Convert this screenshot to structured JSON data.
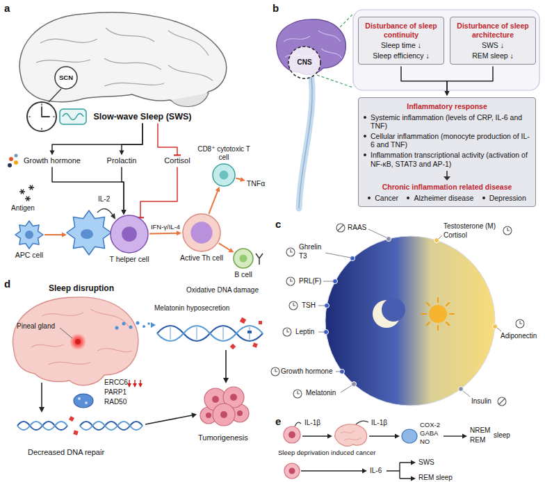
{
  "diagram": {
    "nodes": [
      {
        "text": [
          "SCN"
        ]
      },
      {
        "text": [
          "Slow-wave Sleep (SWS)"
        ]
      },
      {
        "text": [
          "Growth hormone"
        ]
      },
      {
        "text": [
          "Prolactin"
        ]
      },
      {
        "text": [
          "Cortisol"
        ]
      },
      {
        "text": [
          "APC cell"
        ]
      },
      {
        "text": [
          "T helper cell"
        ]
      },
      {
        "text": [
          "Active Th cell"
        ]
      },
      {
        "text": [
          "CD8⁺ cytotoxic T cell"
        ]
      },
      {
        "text": [
          "TNFα"
        ]
      },
      {
        "text": [
          "B cell"
        ]
      },
      {
        "text": [
          "CNS"
        ]
      },
      {
        "text": [
          "Disturbance of sleep continuity",
          "Sleep time ↓",
          "Sleep efficiency ↓"
        ]
      },
      {
        "text": [
          "Disturbance of sleep architecture",
          "SWS ↓",
          "REM sleep ↓"
        ]
      },
      {
        "text": [
          "Inflammatory response",
          "Systemic inflammation (levels of CRP, IL-6 and TNF)",
          "Cellular inflammation (monocyte production of IL-6 and TNF)",
          "Inflammation transcriptional activity (activation of NF-κB, STAT3 and AP-1)",
          "Chronic inflammation related disease",
          "Cancer",
          "Alzheimer disease",
          "Depression"
        ]
      }
    ],
    "edges": [
      {
        "from": 1,
        "to": 2,
        "arrow": "to"
      },
      {
        "from": 1,
        "to": 3,
        "arrow": "to"
      },
      {
        "from": 1,
        "to": 4,
        "arrow": "to"
      },
      {
        "from": 2,
        "to": 6,
        "arrow": "to"
      },
      {
        "from": 3,
        "to": 6,
        "arrow": "to"
      },
      {
        "from": 4,
        "to": 6,
        "arrow": "to"
      },
      {
        "from": 6,
        "to": 7,
        "label": "IFN-γ/IL-4",
        "arrow": "to"
      },
      {
        "from": 7,
        "to": 8,
        "arrow": "to"
      },
      {
        "from": 8,
        "to": 9,
        "arrow": "to"
      },
      {
        "from": 7,
        "to": 10,
        "arrow": "to"
      },
      {
        "from": 12,
        "to": 14,
        "arrow": "to"
      },
      {
        "from": 13,
        "to": 14,
        "arrow": "to"
      }
    ],
    "labels": [
      "a",
      "Antigen",
      "IL-2",
      "b",
      "c",
      "RAAS",
      "Ghrelin",
      "T3",
      "PRL(F)",
      "TSH",
      "Leptin",
      "Growth hormone",
      "Melatonin",
      "Testosterone (M)",
      "Cortisol",
      "Adiponectin",
      "Insulin",
      "d",
      "Sleep disruption",
      "Pineal gland",
      "Melatonin hyposecretion",
      "Oxidative DNA damage",
      "ERCC6",
      "PARP1",
      "RAD50",
      "Decreased DNA repair",
      "Tumorigenesis",
      "e",
      "IL-1β",
      "IL-1β",
      "COX-2",
      "GABA",
      "NO",
      "NREM",
      "REM",
      "sleep",
      "Sleep deprivation induced cancer",
      "IL-6",
      "SWS",
      "REM sleep"
    ]
  }
}
